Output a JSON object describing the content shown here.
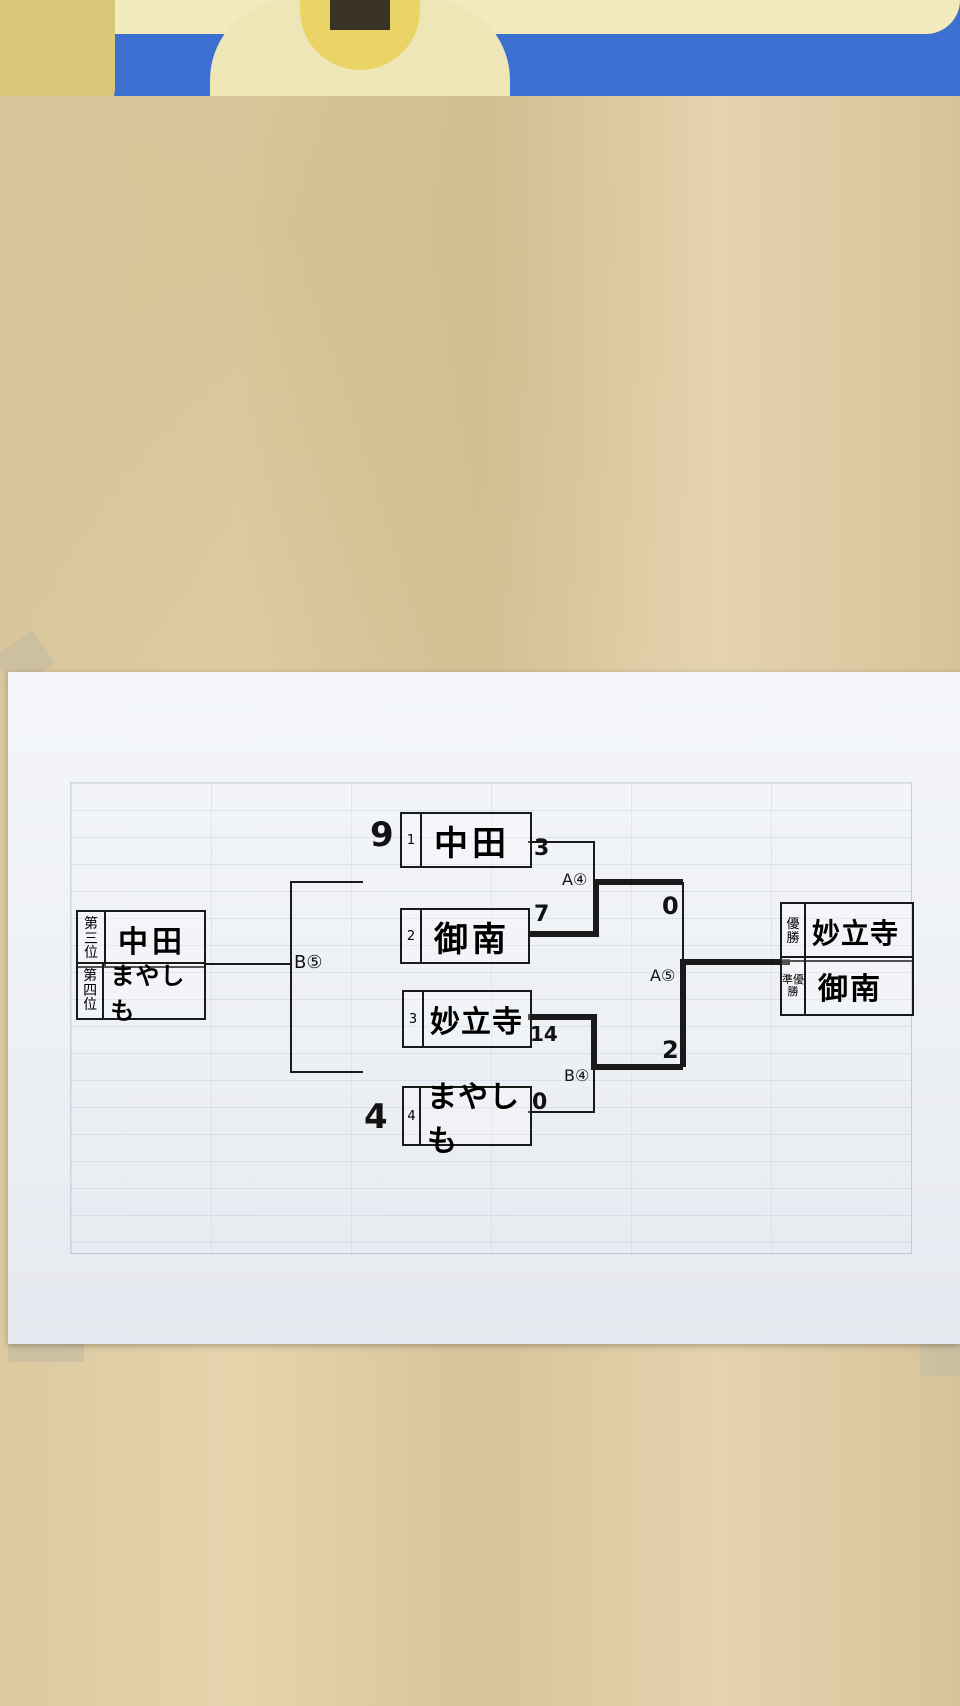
{
  "bracket": {
    "matches": [
      {
        "match_label": "A④",
        "team_top": "中田",
        "score_top": "3",
        "team_bottom": "御南",
        "score_bottom": "7"
      },
      {
        "match_label": "B④",
        "team_top": "妙立寺",
        "score_top": "14",
        "team_bottom": "まやしも",
        "score_bottom": "0"
      },
      {
        "match_label": "A⑤",
        "team_top": "御南",
        "score_top": "0",
        "team_bottom": "妙立寺",
        "score_bottom": "2"
      },
      {
        "match_label": "B⑤",
        "team_top": "中田",
        "score_top": "9",
        "team_bottom": "まやしも",
        "score_bottom": "4"
      }
    ],
    "teams": [
      {
        "seed": "1",
        "name": "中田"
      },
      {
        "seed": "2",
        "name": "御南"
      },
      {
        "seed": "3",
        "name": "妙立寺"
      },
      {
        "seed": "4",
        "name": "まやしも"
      }
    ],
    "third_place_playoff": {
      "label": "B⑤",
      "score_top": "9",
      "score_bottom": "4"
    },
    "final_label": "A⑤"
  },
  "results": {
    "left": [
      {
        "rank_label": "第三位",
        "team": "中田"
      },
      {
        "rank_label": "第四位",
        "team": "まやしも"
      }
    ],
    "right": [
      {
        "rank_label": "優勝",
        "team": "妙立寺"
      },
      {
        "rank_label": "準優勝",
        "team": "御南"
      }
    ]
  },
  "colors": {
    "ink": "#121212",
    "paper": "#eef0f5",
    "board": "#dcc9a0",
    "sky": "#3b6fd0"
  }
}
